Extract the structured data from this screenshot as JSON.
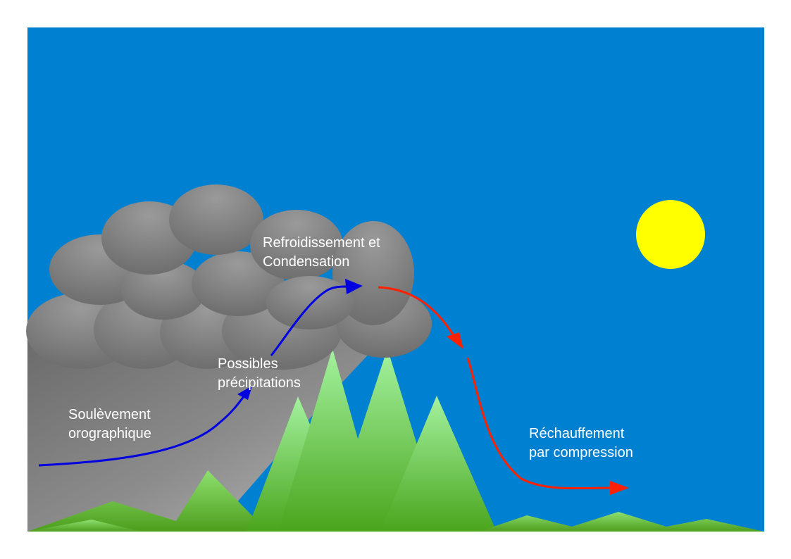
{
  "labels": {
    "soulevement": [
      "Soulèvement",
      "orographique"
    ],
    "precipitations": [
      "Possibles",
      "précipitations"
    ],
    "refroidissement": [
      "Refroidissement et",
      "Condensation"
    ],
    "rechauffement": [
      "Réchauffement",
      "par compression"
    ]
  },
  "colors": {
    "sky": "#0080d0",
    "sun": "#ffff00",
    "cloud": "#8a8a8a",
    "mountain_light": "#90ee90",
    "mountain_dark": "#55a820",
    "ascent_arrow": "#0000e0",
    "descent_arrow": "#ff2000"
  }
}
